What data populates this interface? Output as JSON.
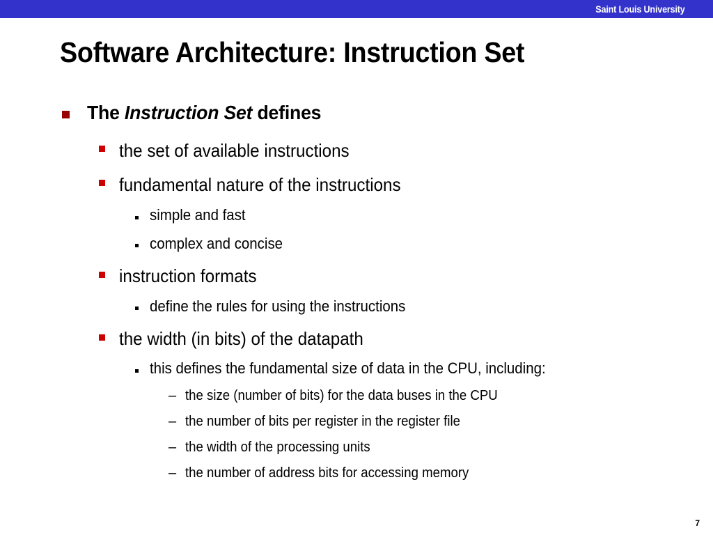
{
  "header": {
    "institution": "Saint Louis University"
  },
  "slide": {
    "title": "Software Architecture:  Instruction Set",
    "page_number": "7"
  },
  "bullets": {
    "main": {
      "prefix": "The ",
      "emphasis": "Instruction Set",
      "suffix": " defines"
    },
    "items": [
      "the set of available instructions",
      "fundamental nature of the instructions",
      "simple and fast",
      "complex and concise",
      "instruction formats",
      "define the rules for using the instructions",
      "the width (in bits) of the datapath",
      "this defines the fundamental size of data in the CPU, including:",
      "the size (number of bits) for the data buses in the CPU",
      "the number of bits per register in the register file",
      "the width of the processing units",
      "the number of address bits for accessing memory"
    ]
  },
  "colors": {
    "header_bar": "#3333cc",
    "level1_bullet": "#990000",
    "level2_bullet": "#cc0000"
  },
  "icons": {
    "level1": "square-bullet-icon",
    "level2": "small-square-bullet-icon",
    "level3": "tiny-square-bullet-icon",
    "level4": "dash-bullet-icon"
  }
}
